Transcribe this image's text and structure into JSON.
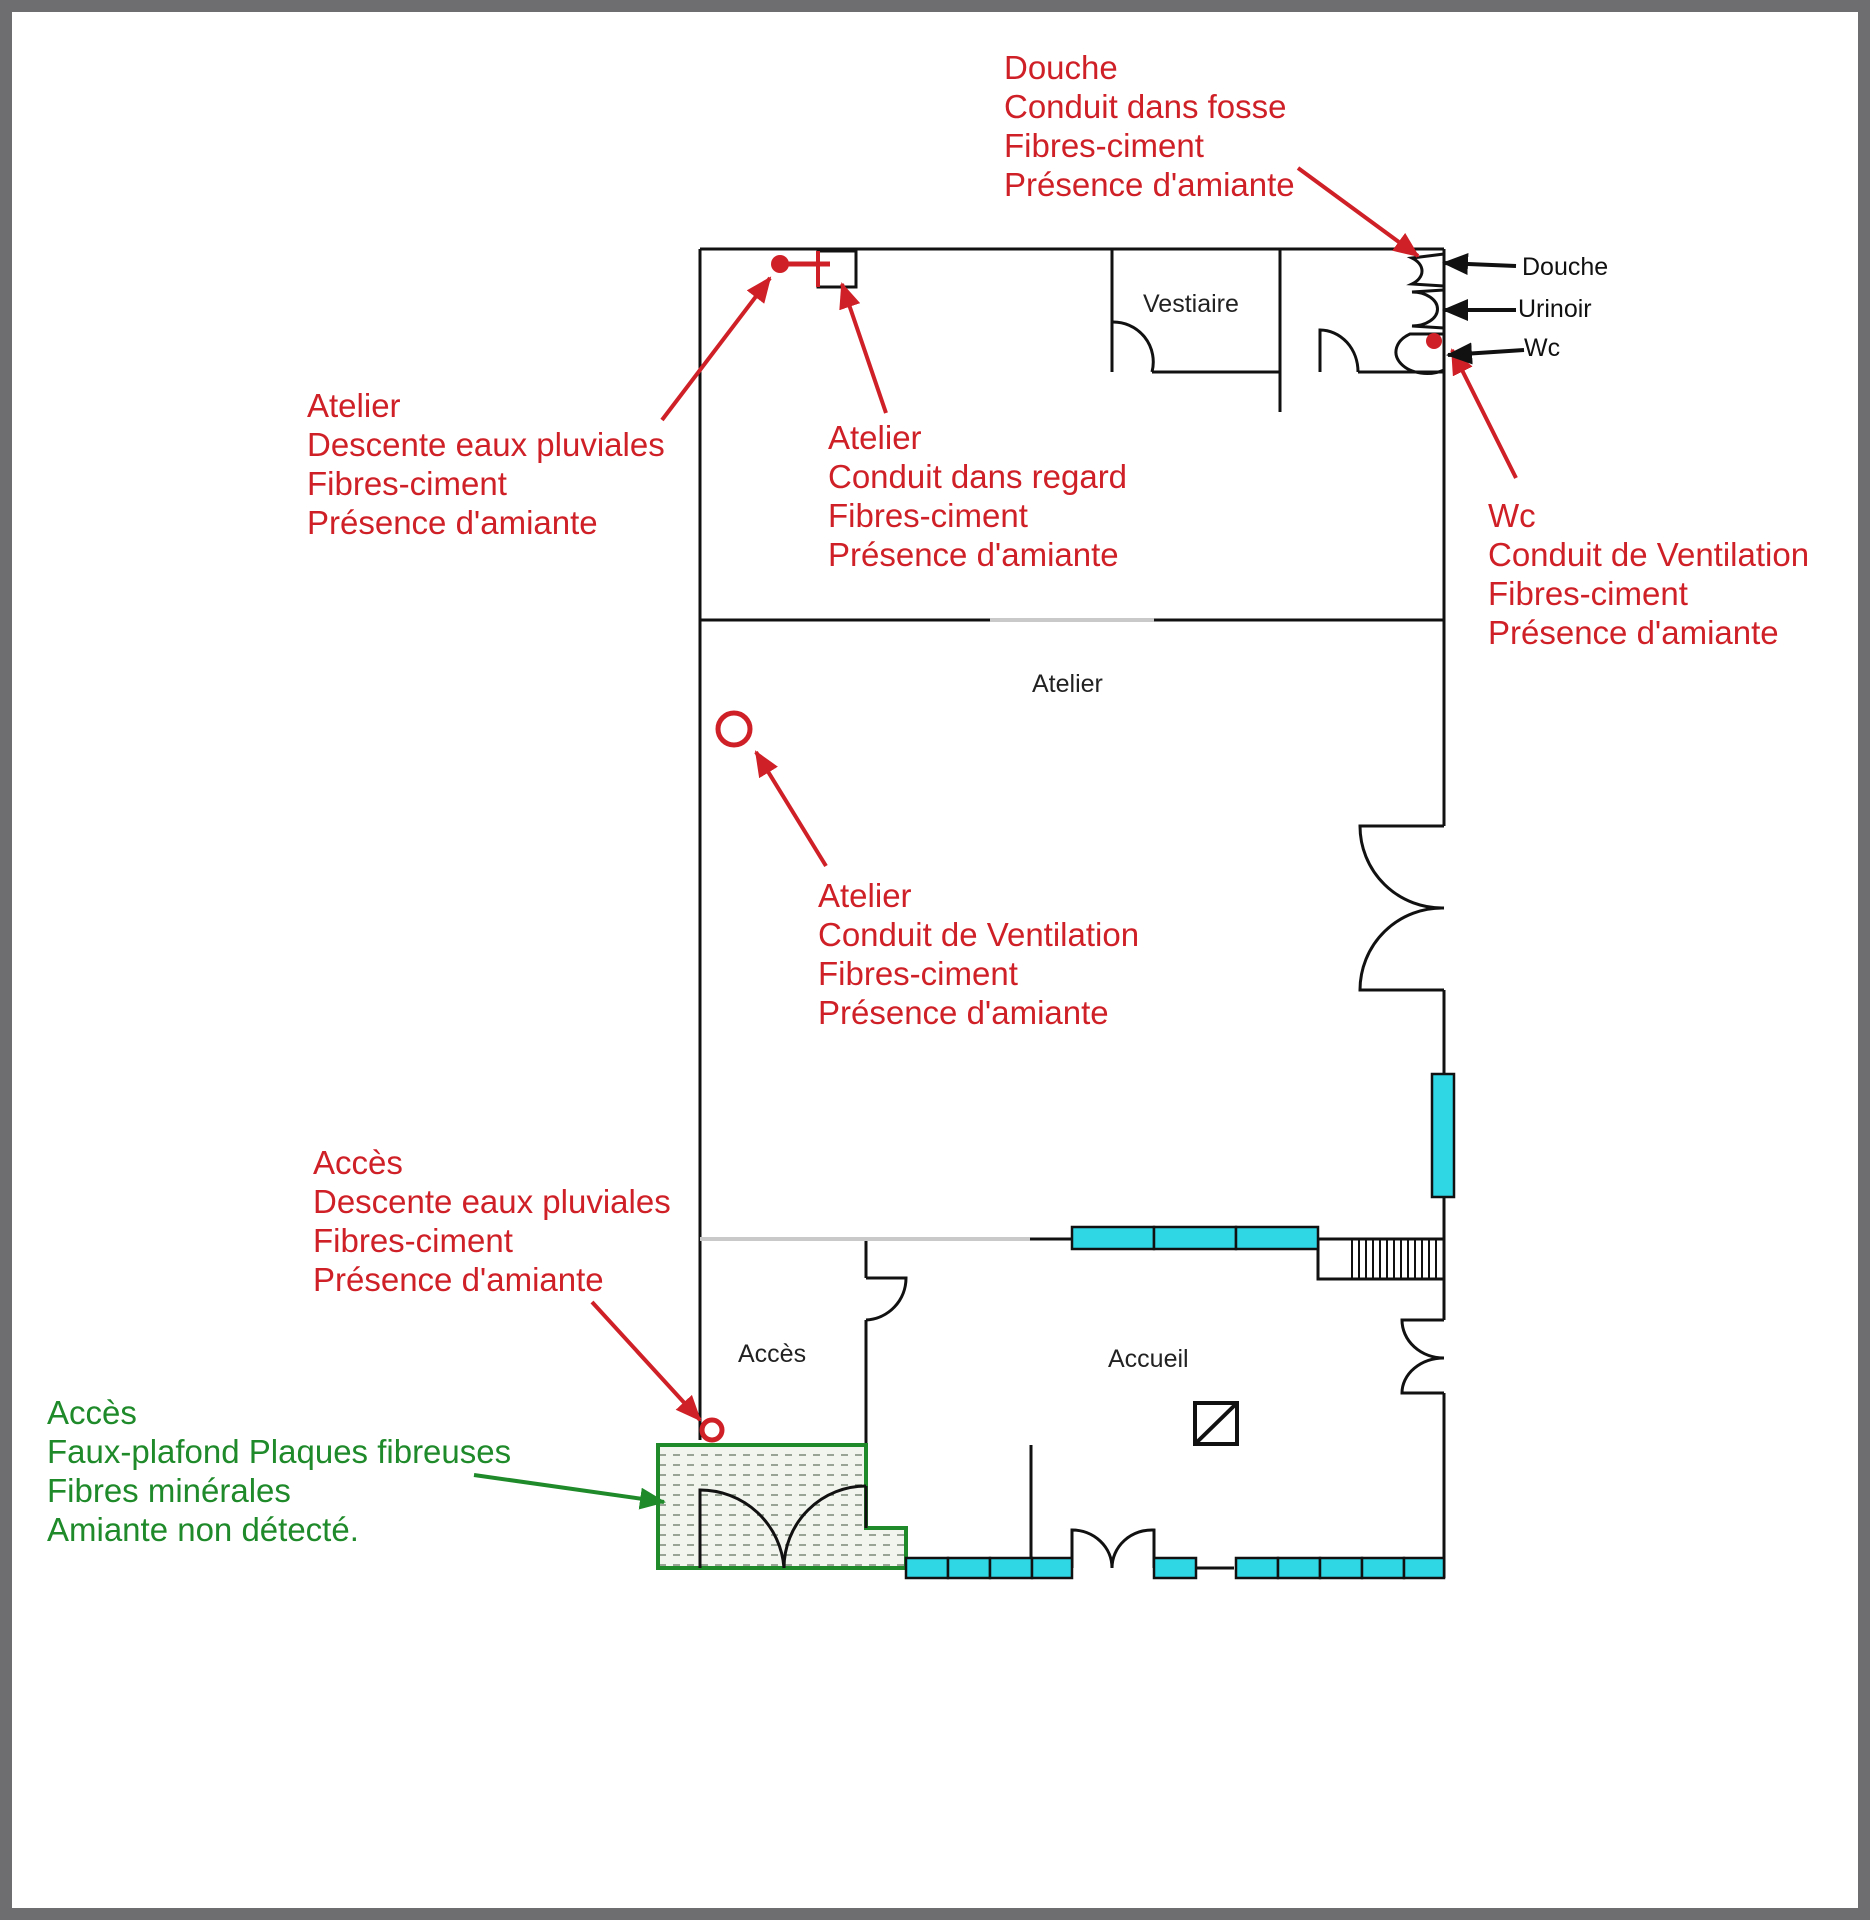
{
  "rooms": {
    "vestiaire": "Vestiaire",
    "atelier": "Atelier",
    "acces": "Accès",
    "accueil": "Accueil"
  },
  "fixtures": {
    "douche": "Douche",
    "urinoir": "Urinoir",
    "wc": "Wc"
  },
  "annotations": {
    "douche_fosse": [
      "Douche",
      "Conduit dans fosse",
      "Fibres-ciment",
      "Présence d'amiante"
    ],
    "atelier_pluviales": [
      "Atelier",
      "Descente eaux pluviales",
      "Fibres-ciment",
      "Présence d'amiante"
    ],
    "atelier_regard": [
      "Atelier",
      "Conduit dans regard",
      "Fibres-ciment",
      "Présence d'amiante"
    ],
    "wc_ventilation": [
      "Wc",
      "Conduit de Ventilation",
      "Fibres-ciment",
      "Présence d'amiante"
    ],
    "atelier_ventilation": [
      "Atelier",
      "Conduit de Ventilation",
      "Fibres-ciment",
      "Présence d'amiante"
    ],
    "acces_pluviales": [
      "Accès",
      "Descente eaux pluviales",
      "Fibres-ciment",
      "Présence d'amiante"
    ],
    "acces_faux_plafond": [
      "Accès",
      "Faux-plafond Plaques fibreuses",
      "Fibres minérales",
      "Amiante non détecté."
    ]
  },
  "colors": {
    "asbestos": "#cf2027",
    "no_asbestos": "#1e8a2a",
    "window": "#2fd6e4",
    "wall": "#111111",
    "frame": "#6e6e70"
  },
  "icons": [
    "arrow-icon",
    "downpipe-icon",
    "ventilation-duct-icon",
    "inspection-chamber-icon",
    "column-icon",
    "stairs-icon",
    "door-swing-icon"
  ]
}
